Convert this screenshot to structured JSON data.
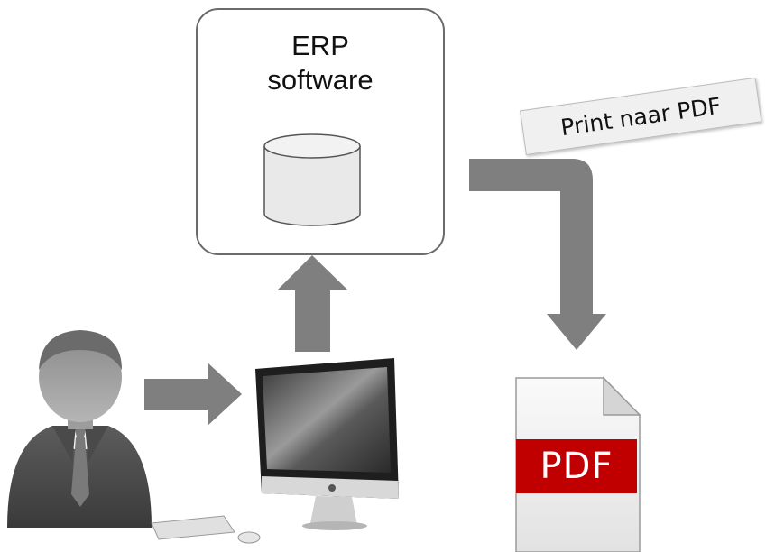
{
  "erp_box": {
    "line1": "ERP",
    "line2": "software"
  },
  "print_label": "Print naar PDF",
  "pdf_document": {
    "label": "PDF"
  },
  "icons": [
    "user-icon",
    "computer-icon",
    "database-icon",
    "pdf-document-icon",
    "arrow-icon"
  ],
  "colors": {
    "arrow": "#7f7f7f",
    "pdf_band": "#c00000",
    "box_border": "#6b6b6b"
  }
}
